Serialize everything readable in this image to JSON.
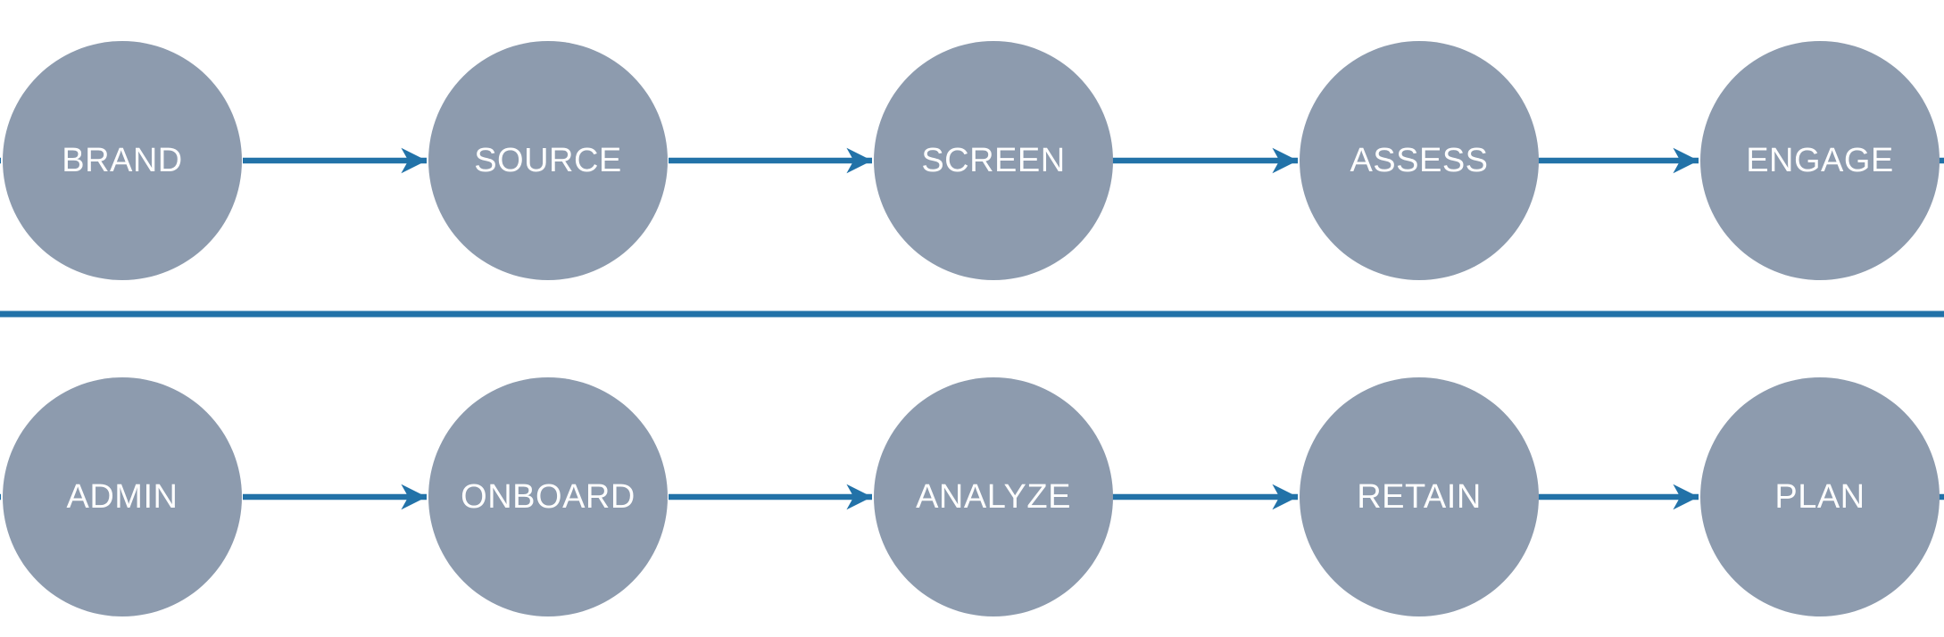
{
  "diagram": {
    "type": "process-flow",
    "rows": [
      {
        "id": "top",
        "nodes": [
          {
            "label": "BRAND"
          },
          {
            "label": "SOURCE"
          },
          {
            "label": "SCREEN"
          },
          {
            "label": "ASSESS"
          },
          {
            "label": "ENGAGE"
          }
        ]
      },
      {
        "id": "bottom",
        "nodes": [
          {
            "label": "ADMIN"
          },
          {
            "label": "ONBOARD"
          },
          {
            "label": "ANALYZE"
          },
          {
            "label": "RETAIN"
          },
          {
            "label": "PLAN"
          }
        ]
      }
    ],
    "colors": {
      "node_fill": "#8D9BAE",
      "node_text": "#FFFFFF",
      "arrow": "#2272A8",
      "divider": "#2272A8",
      "background": "#FFFFFF"
    }
  }
}
